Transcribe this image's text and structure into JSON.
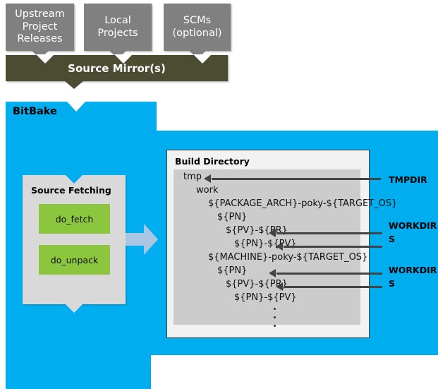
{
  "sources": [
    {
      "lines": [
        "Upstream",
        "Project",
        "Releases"
      ]
    },
    {
      "lines": [
        "Local",
        "Projects"
      ]
    },
    {
      "lines": [
        "SCMs",
        "(optional)"
      ]
    }
  ],
  "mirror": {
    "label": "Source Mirror(s)"
  },
  "bitbake": {
    "title": "BitBake"
  },
  "fetching": {
    "title": "Source Fetching",
    "tasks": [
      {
        "label": "do_fetch"
      },
      {
        "label": "do_unpack"
      }
    ]
  },
  "build_directory": {
    "title": "Build Directory",
    "tree": [
      {
        "text": "tmp",
        "indent": 0
      },
      {
        "text": "work",
        "indent": 1
      },
      {
        "text": "${PACKAGE_ARCH}-poky-${TARGET_OS}",
        "indent": 2
      },
      {
        "text": "${PN}",
        "indent": 3
      },
      {
        "text": "${PV}-${PR}",
        "indent": 4
      },
      {
        "text": "${PN}-${PV}",
        "indent": 5
      },
      {
        "text": "${MACHINE}-poky-${TARGET_OS}",
        "indent": 2
      },
      {
        "text": "${PN}",
        "indent": 3
      },
      {
        "text": "${PV}-${PR}",
        "indent": 4
      },
      {
        "text": "${PN}-${PV}",
        "indent": 5
      }
    ],
    "ellipsis": [
      "·",
      "·",
      "·"
    ]
  },
  "annotations": [
    {
      "label": "TMPDIR",
      "target": "tmp"
    },
    {
      "label": "WORKDIR",
      "target": "${PV}-${PR}"
    },
    {
      "label": "S",
      "target": "${PN}-${PV}"
    },
    {
      "label": "WORKDIR",
      "target": "${PV}-${PR}"
    },
    {
      "label": "S",
      "target": "${PN}-${PV}"
    }
  ],
  "colors": {
    "bitbake_blue": "#00aeef",
    "source_gray": "#808080",
    "mirror_olive": "#4b4c32",
    "task_green": "#8cc63f",
    "panel_gray": "#d9d9d9",
    "tree_gray": "#cccccc",
    "flow_arrow": "#a9c6e2",
    "annotation": "#444444"
  }
}
